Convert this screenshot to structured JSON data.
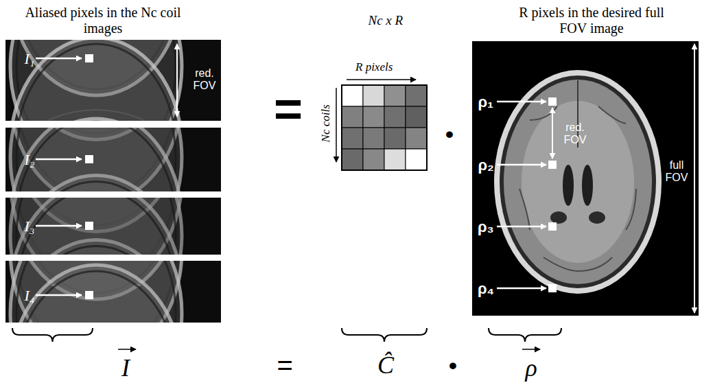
{
  "diagram": {
    "nodes": [
      {
        "text": [
          "I₁",
          "red. FOV"
        ]
      },
      {
        "text": [
          "I₂"
        ]
      },
      {
        "text": [
          "I₃"
        ]
      },
      {
        "text": [
          "I₄"
        ]
      },
      {
        "text": [
          "ρ₁",
          "ρ₂",
          "ρ₃",
          "ρ₄",
          "red. FOV",
          "full FOV"
        ]
      }
    ],
    "labels": [
      "Aliased pixels in the Nc coil images",
      "Nc x R",
      "R pixels in the desired full FOV image",
      "R pixels",
      "Nc coils",
      "=",
      "•",
      "I",
      "=",
      "Ĉ",
      "•",
      "ρ"
    ]
  }
}
